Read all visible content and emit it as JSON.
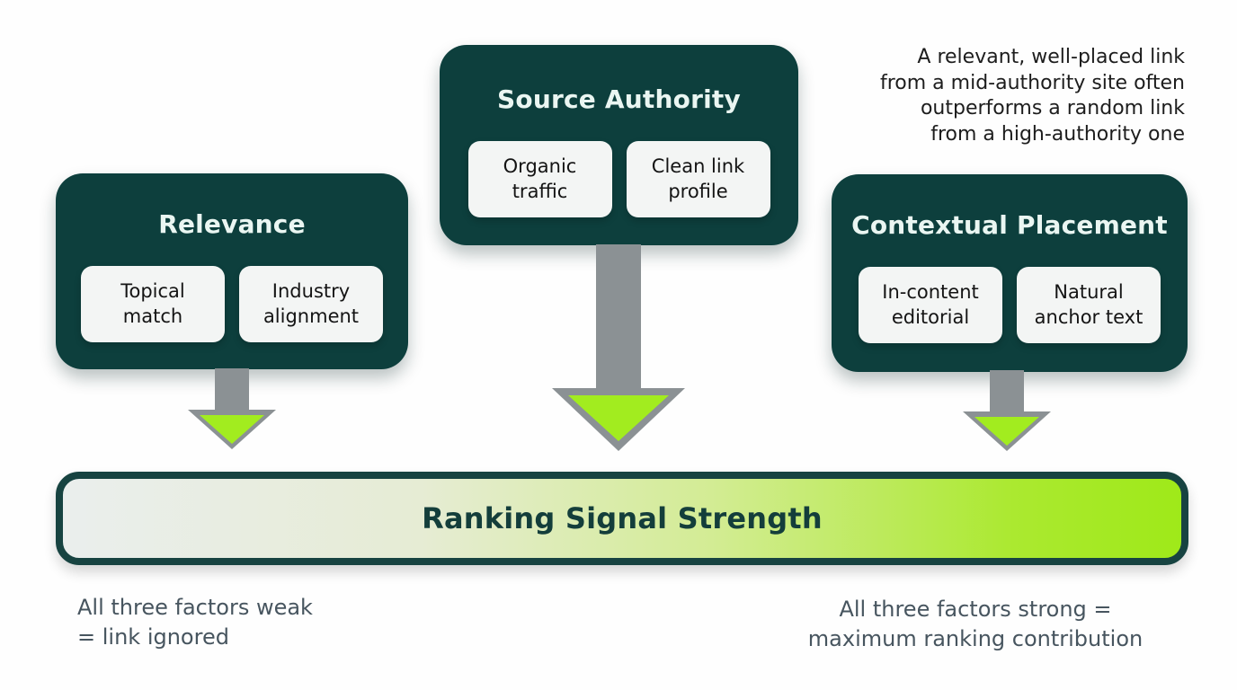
{
  "colors": {
    "card_background": "#0d3f3d",
    "card_title_text": "#eaf6f2",
    "chip_background": "#f3f5f4",
    "chip_text": "#141414",
    "arrow_gray": "#8b9194",
    "arrow_green": "#a2ec1f",
    "bar_border": "#174341",
    "bar_gradient_start": "#eaeeed",
    "bar_gradient_end": "#9fe919",
    "bar_text": "#143e3b",
    "annotation_dark": "#1d1d1d",
    "annotation_slate": "#47555f"
  },
  "cards": [
    {
      "title": "Relevance",
      "chips": [
        "Topical match",
        "Industry alignment"
      ]
    },
    {
      "title": "Source Authority",
      "chips": [
        "Organic traffic",
        "Clean link profile"
      ]
    },
    {
      "title": "Contextual Placement",
      "chips": [
        "In-content editorial",
        "Natural anchor text"
      ]
    }
  ],
  "bar": {
    "label": "Ranking Signal Strength"
  },
  "annotations": {
    "top_right": "A relevant, well-placed link\nfrom a mid-authority site often\noutperforms a random link\nfrom a high-authority one",
    "bottom_left": "All three factors weak\n= link ignored",
    "bottom_right": "All three factors strong =\nmaximum ranking contribution"
  }
}
